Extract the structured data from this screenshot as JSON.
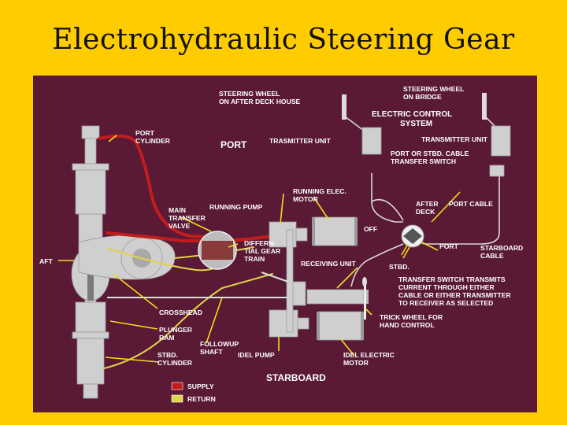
{
  "title": "Electrohydraulic Steering Gear",
  "labels": {
    "steering_wheel_after": [
      "STEERING WHEEL",
      "ON AFTER DECK HOUSE"
    ],
    "steering_wheel_bridge": [
      "STEERING WHEEL",
      "ON BRIDGE"
    ],
    "electric_control": [
      "ELECTRIC CONTROL",
      "SYSTEM"
    ],
    "port": "PORT",
    "port_cylinder": [
      "PORT",
      "CYLINDER"
    ],
    "transmitter_unit_left": "TRASMITTER UNIT",
    "transmitter_unit_right": "TRANSMITTER UNIT",
    "transfer_switch": [
      "PORT OR STBD. CABLE",
      "TRANSFER SWITCH"
    ],
    "running_elec_motor": [
      "RUNNING ELEC.",
      "MOTOR"
    ],
    "running_pump": "RUNNING PUMP",
    "main_transfer_valve": [
      "MAIN",
      "TRANSFER",
      "VALVE"
    ],
    "after_deck": [
      "AFTER",
      "DECK"
    ],
    "port_cable": "PORT CABLE",
    "off": "OFF",
    "differential_gear": [
      "DIFFERN-",
      "TIAL GEAR",
      "TRAIN"
    ],
    "aft": "AFT",
    "receiving_unit": "RECEIVING UNIT",
    "port_switch": "PORT",
    "starboard_cable": [
      "STARBOARD",
      "CABLE"
    ],
    "stbd": "STBD.",
    "transfer_note": [
      "TRANSFER SWITCH TRANSMITS",
      "CURRENT THROUGH EITHER",
      "CABLE OR EITHER TRANSMITTER",
      "TO RECEIVER AS SELECTED"
    ],
    "crosshead": "CROSSHEAD",
    "plunger_ram": [
      "PLUNGER",
      "RAM"
    ],
    "trick_wheel": [
      "TRICK WHEEL FOR",
      "HAND CONTROL"
    ],
    "followup_shaft": [
      "FOLLOWUP",
      "SHAFT"
    ],
    "stbd_cylinder": [
      "STBD.",
      "CYLINDER"
    ],
    "idel_pump": "IDEL PUMP",
    "idel_motor": [
      "IDEL ELECTRIC",
      "MOTOR"
    ],
    "starboard": "STARBOARD"
  },
  "legend": {
    "supply": "SUPPLY",
    "return": "RETURN",
    "supply_color": "#c21d1d",
    "return_color": "#e0d24a"
  }
}
